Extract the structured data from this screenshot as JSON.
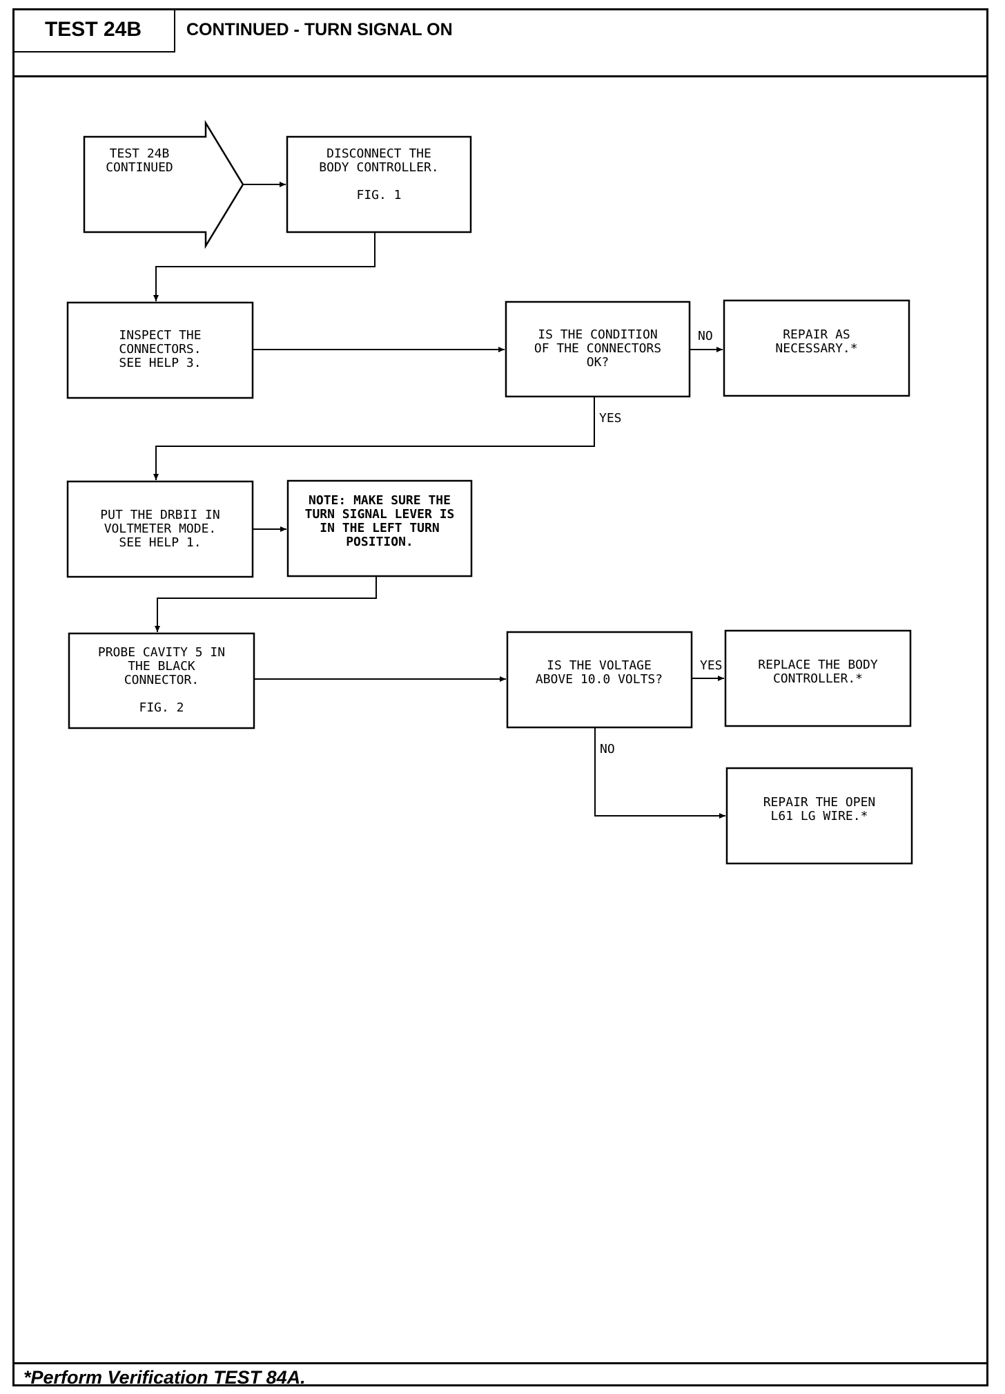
{
  "header": {
    "title": "TEST 24B",
    "subtitle": "CONTINUED - TURN SIGNAL ON"
  },
  "footer": {
    "note": "*Perform Verification TEST 84A."
  },
  "flowchart": {
    "start": [
      "TEST 24B",
      "CONTINUED"
    ],
    "disconnect": [
      "DISCONNECT THE",
      "BODY CONTROLLER.",
      "",
      "FIG. 1"
    ],
    "inspect": [
      "INSPECT THE",
      "CONNECTORS.",
      "SEE HELP 3."
    ],
    "condition": [
      "IS THE CONDITION",
      "OF THE CONNECTORS",
      "OK?"
    ],
    "repair": [
      "REPAIR AS",
      "NECESSARY.*"
    ],
    "voltmeter": [
      "PUT THE DRBII IN",
      "VOLTMETER MODE.",
      "SEE HELP 1."
    ],
    "note": [
      "NOTE: MAKE SURE THE",
      "TURN SIGNAL LEVER IS",
      "IN THE LEFT TURN",
      "POSITION."
    ],
    "probe": [
      "PROBE CAVITY 5 IN",
      "THE BLACK",
      "CONNECTOR.",
      "",
      "FIG. 2"
    ],
    "voltage": [
      "IS THE VOLTAGE",
      "ABOVE 10.0 VOLTS?"
    ],
    "replace": [
      "REPLACE THE BODY",
      "CONTROLLER.*"
    ],
    "open_wire": [
      "REPAIR THE OPEN",
      "L61 LG WIRE.*"
    ],
    "labels": {
      "condition_no": "NO",
      "condition_yes": "YES",
      "voltage_yes": "YES",
      "voltage_no": "NO"
    }
  }
}
